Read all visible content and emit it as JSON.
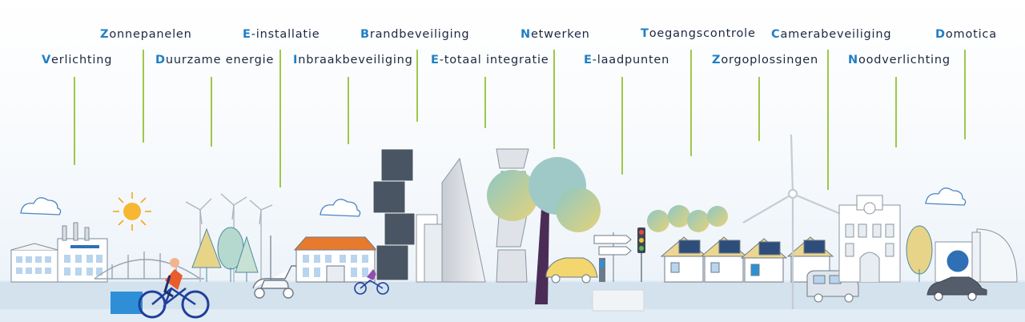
{
  "services": [
    {
      "id": "verlichting",
      "first": "V",
      "rest": "erlichting"
    },
    {
      "id": "zonnepanelen",
      "first": "Z",
      "rest": "onnepanelen"
    },
    {
      "id": "duurzame-energie",
      "first": "D",
      "rest": "uurzame energie"
    },
    {
      "id": "e-installatie",
      "first": "E",
      "rest": "-installatie"
    },
    {
      "id": "inbraakbeveiliging",
      "first": "I",
      "rest": "nbraakbeveiliging"
    },
    {
      "id": "brandbeveiliging",
      "first": "B",
      "rest": "randbeveiliging"
    },
    {
      "id": "e-totaal-integratie",
      "first": "E",
      "rest": "-totaal integratie"
    },
    {
      "id": "netwerken",
      "first": "N",
      "rest": "etwerken"
    },
    {
      "id": "e-laadpunten",
      "first": "E",
      "rest": "-laadpunten"
    },
    {
      "id": "toegangscontrole",
      "first": "T",
      "rest": "oegangscontrole"
    },
    {
      "id": "zorgoplossingen",
      "first": "Z",
      "rest": "orgoplossingen"
    },
    {
      "id": "camerabeveiliging",
      "first": "C",
      "rest": "amerabeveiliging"
    },
    {
      "id": "noodverlichting",
      "first": "N",
      "rest": "oodverlichting"
    },
    {
      "id": "domotica",
      "first": "D",
      "rest": "omotica"
    }
  ],
  "colors": {
    "accent": "#1f7fc4",
    "text": "#1d2940",
    "stem": "#9dc84a",
    "street": "#d4e2ee",
    "ground": "#e2ecf4"
  }
}
